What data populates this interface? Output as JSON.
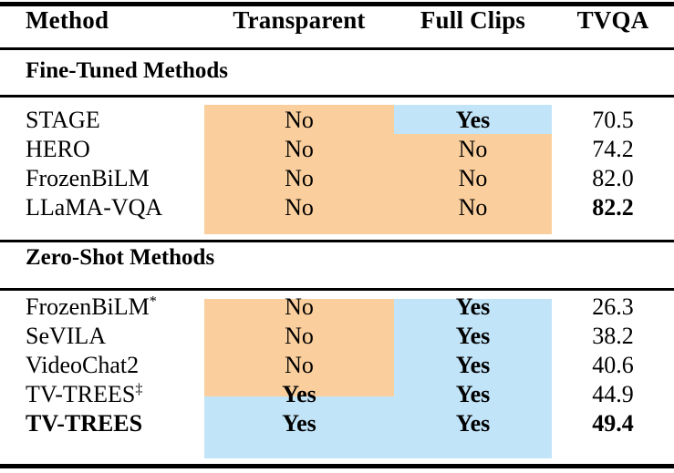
{
  "colors": {
    "highlight_orange": "#FBCF9D",
    "highlight_blue": "#C2E4F8",
    "rule": "#000000",
    "text": "#000000",
    "background": "#FFFFFF"
  },
  "table": {
    "columns": [
      {
        "key": "method",
        "label": "Method",
        "align": "left"
      },
      {
        "key": "transparent",
        "label": "Transparent",
        "align": "center"
      },
      {
        "key": "full_clips",
        "label": "Full Clips",
        "align": "center"
      },
      {
        "key": "tvqa",
        "label": "TVQA",
        "align": "center"
      }
    ],
    "sections": [
      {
        "title": "Fine-Tuned Methods",
        "rows": [
          {
            "method": "STAGE",
            "method_sup": "",
            "method_bold": false,
            "transparent": "No",
            "transparent_bold": false,
            "transparent_hl": "orange",
            "full_clips": "Yes",
            "full_clips_bold": true,
            "full_clips_hl": "blue",
            "tvqa": "70.5",
            "tvqa_bold": false
          },
          {
            "method": "HERO",
            "method_sup": "",
            "method_bold": false,
            "transparent": "No",
            "transparent_bold": false,
            "transparent_hl": "orange",
            "full_clips": "No",
            "full_clips_bold": false,
            "full_clips_hl": "orange",
            "tvqa": "74.2",
            "tvqa_bold": false
          },
          {
            "method": "FrozenBiLM",
            "method_sup": "",
            "method_bold": false,
            "transparent": "No",
            "transparent_bold": false,
            "transparent_hl": "orange",
            "full_clips": "No",
            "full_clips_bold": false,
            "full_clips_hl": "orange",
            "tvqa": "82.0",
            "tvqa_bold": false
          },
          {
            "method": "LLaMA-VQA",
            "method_sup": "",
            "method_bold": false,
            "transparent": "No",
            "transparent_bold": false,
            "transparent_hl": "orange",
            "full_clips": "No",
            "full_clips_bold": false,
            "full_clips_hl": "orange",
            "tvqa": "82.2",
            "tvqa_bold": true
          }
        ]
      },
      {
        "title": "Zero-Shot Methods",
        "rows": [
          {
            "method": "FrozenBiLM",
            "method_sup": "*",
            "method_bold": false,
            "transparent": "No",
            "transparent_bold": false,
            "transparent_hl": "orange",
            "full_clips": "Yes",
            "full_clips_bold": true,
            "full_clips_hl": "blue",
            "tvqa": "26.3",
            "tvqa_bold": false
          },
          {
            "method": "SeVILA",
            "method_sup": "",
            "method_bold": false,
            "transparent": "No",
            "transparent_bold": false,
            "transparent_hl": "orange",
            "full_clips": "Yes",
            "full_clips_bold": true,
            "full_clips_hl": "blue",
            "tvqa": "38.2",
            "tvqa_bold": false
          },
          {
            "method": "VideoChat2",
            "method_sup": "",
            "method_bold": false,
            "transparent": "No",
            "transparent_bold": false,
            "transparent_hl": "orange",
            "full_clips": "Yes",
            "full_clips_bold": true,
            "full_clips_hl": "blue",
            "tvqa": "40.6",
            "tvqa_bold": false
          },
          {
            "method": "TV-TREES",
            "method_sup": "‡",
            "method_bold": false,
            "transparent": "Yes",
            "transparent_bold": true,
            "transparent_hl": "blue",
            "full_clips": "Yes",
            "full_clips_bold": true,
            "full_clips_hl": "blue",
            "tvqa": "44.9",
            "tvqa_bold": false
          },
          {
            "method": "TV-TREES",
            "method_sup": "",
            "method_bold": true,
            "transparent": "Yes",
            "transparent_bold": true,
            "transparent_hl": "blue",
            "full_clips": "Yes",
            "full_clips_bold": true,
            "full_clips_hl": "blue",
            "tvqa": "49.4",
            "tvqa_bold": true
          }
        ]
      }
    ]
  }
}
